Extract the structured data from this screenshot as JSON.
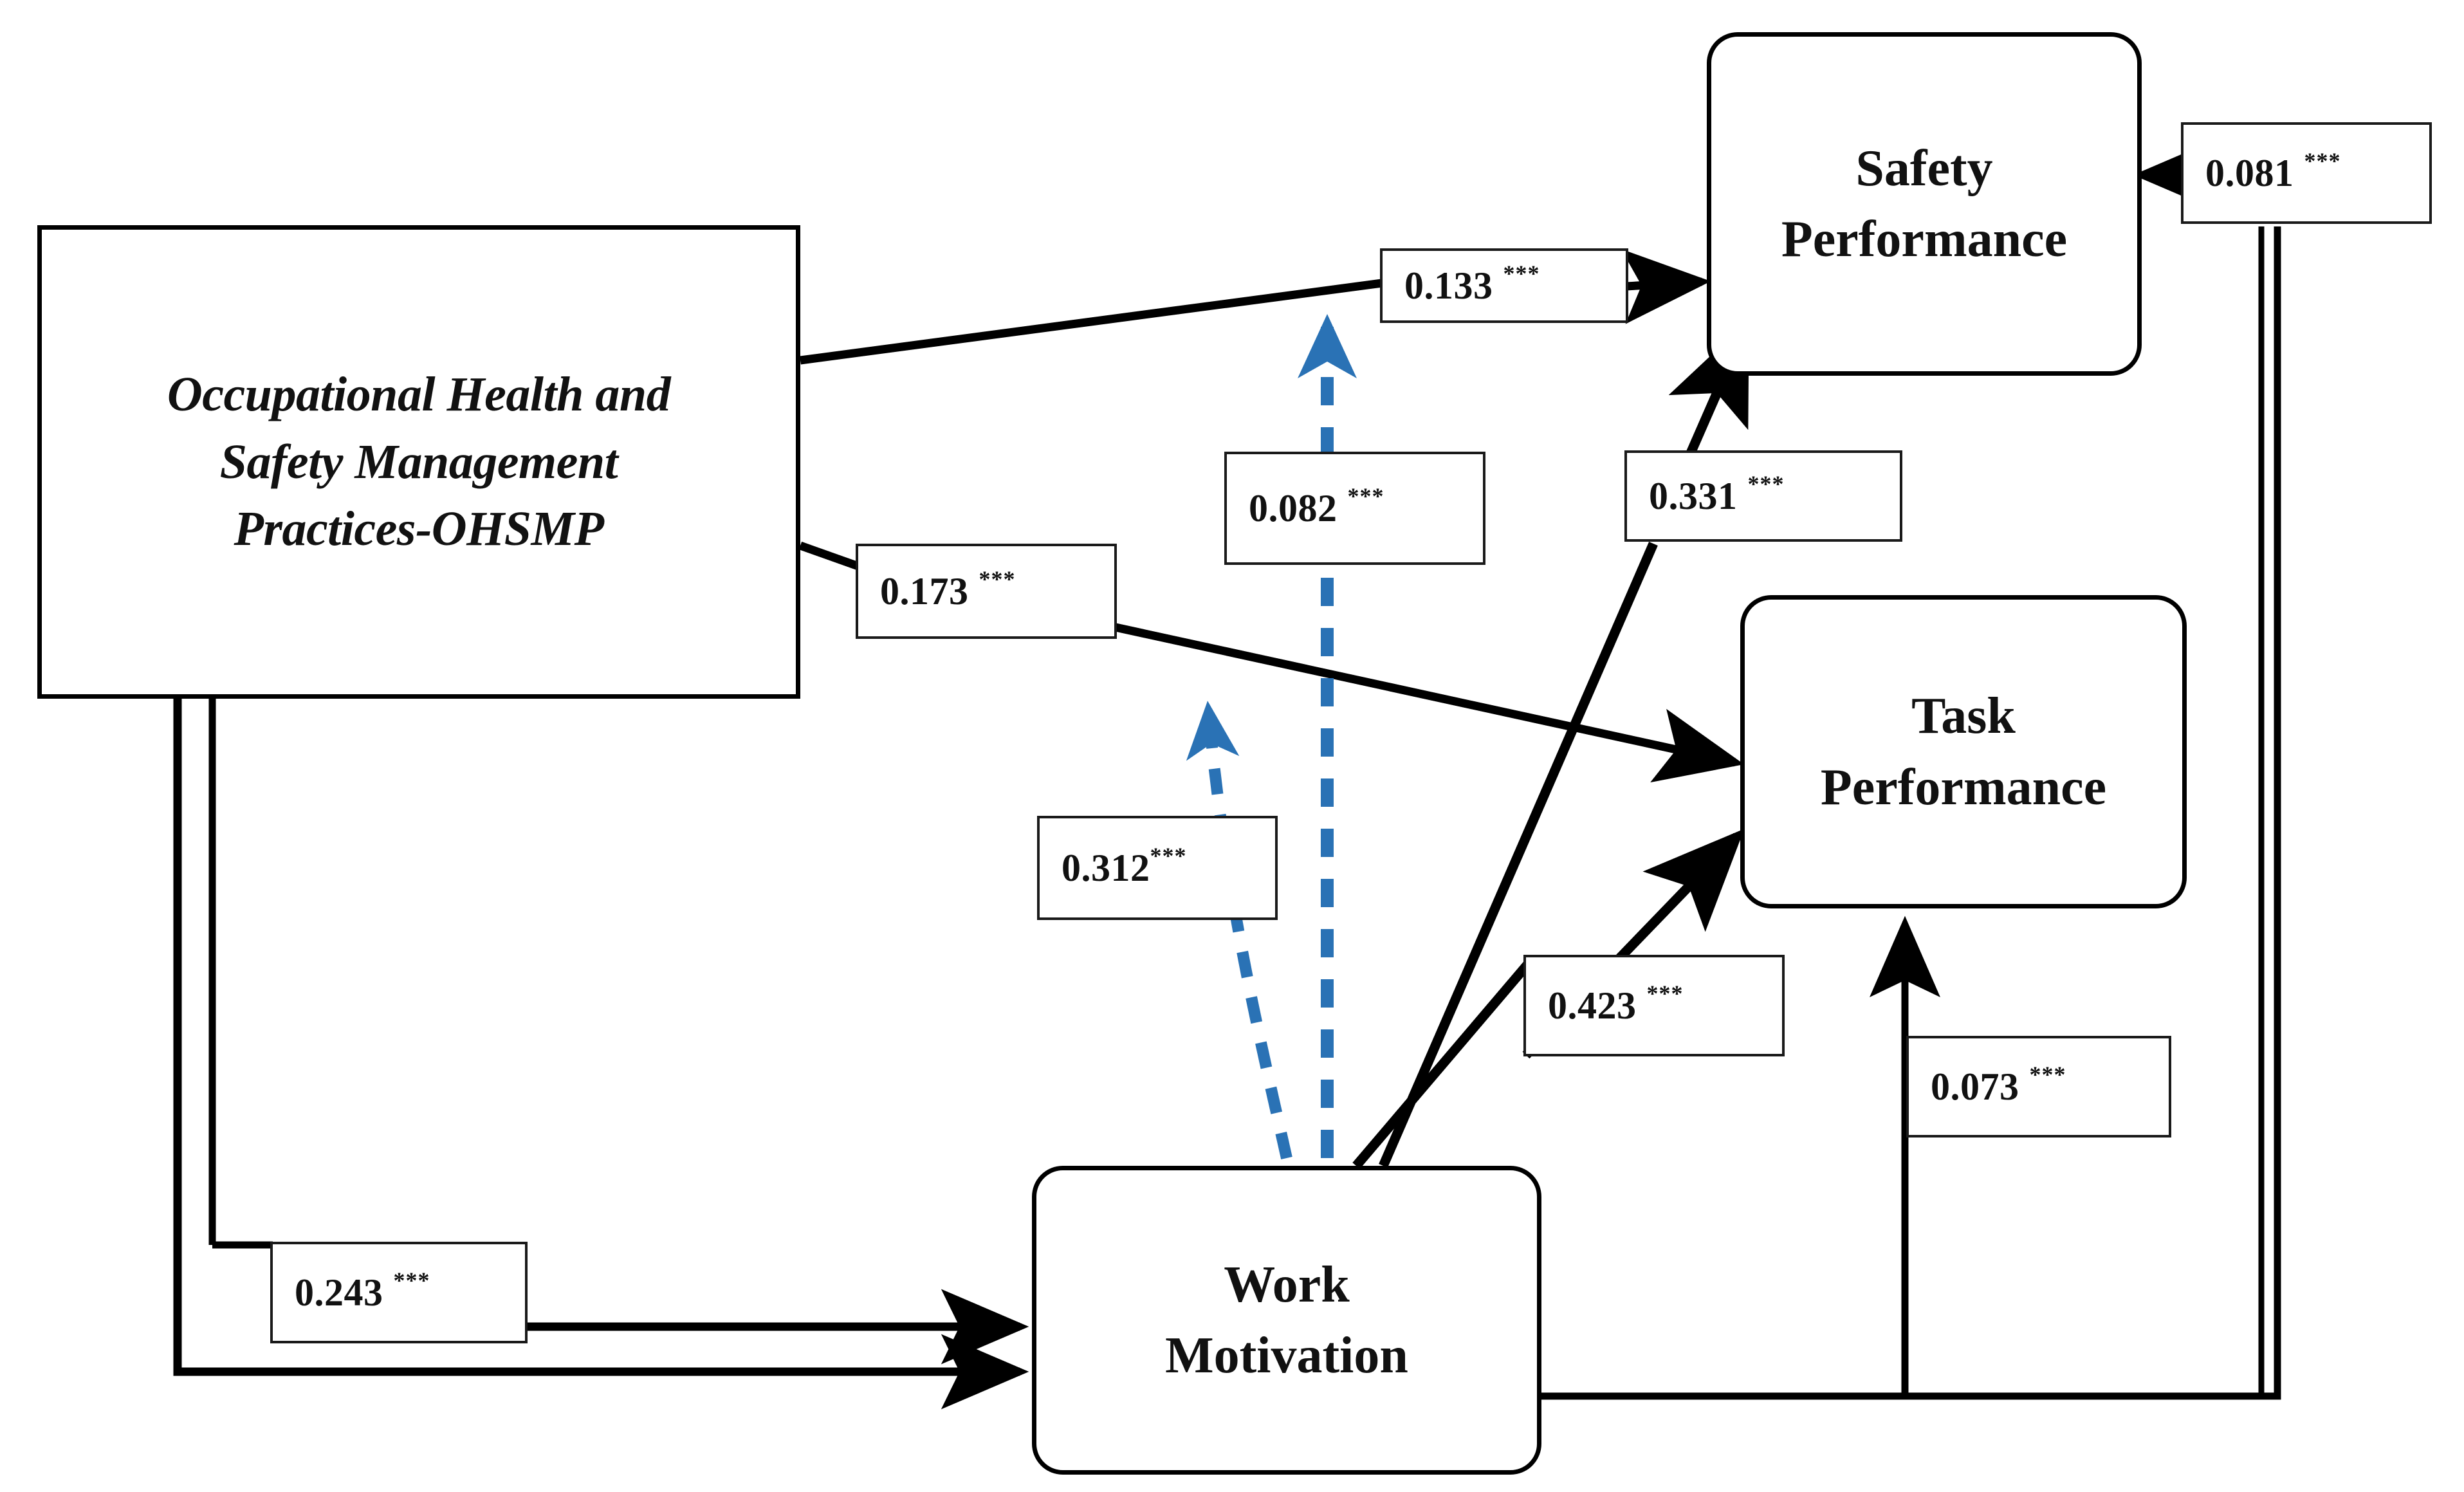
{
  "diagram": {
    "type": "structural-equation-path-model",
    "title": "Occupational Health and Safety Management Practices path model",
    "colors": {
      "node_border": "#000000",
      "label_border": "#1a1a1a",
      "solid_path": "#000000",
      "dashed_path": "#2a72b5",
      "background": "#ffffff",
      "text": "#111111"
    },
    "nodes": [
      {
        "id": "ohsmp",
        "label": "Occupational Health and\nSafety Management\nPractices-OHSMP",
        "shape": "rectangle",
        "style": "bold-italic-serif"
      },
      {
        "id": "safety_performance",
        "label": "Safety\nPerformance",
        "shape": "rounded-rectangle",
        "style": "bold-serif"
      },
      {
        "id": "task_performance",
        "label": "Task\nPerformance",
        "shape": "rounded-rectangle",
        "style": "bold-serif"
      },
      {
        "id": "work_motivation",
        "label": "Work\nMotivation",
        "shape": "rounded-rectangle",
        "style": "bold-serif"
      }
    ],
    "edges": [
      {
        "id": "ohsmp_to_safety",
        "from": "ohsmp",
        "to": "safety_performance",
        "coefficient": "0.133",
        "stars": "***",
        "significance": "p < 0.001",
        "line": "solid",
        "color": "#000000"
      },
      {
        "id": "ohsmp_to_task",
        "from": "ohsmp",
        "to": "task_performance",
        "coefficient": "0.173",
        "stars": "***",
        "significance": "p < 0.001",
        "line": "solid",
        "color": "#000000"
      },
      {
        "id": "ohsmp_to_motivation",
        "from": "ohsmp",
        "to": "work_motivation",
        "coefficient": "0.243",
        "stars": "***",
        "significance": "p < 0.001",
        "line": "solid",
        "color": "#000000"
      },
      {
        "id": "motivation_to_safety",
        "from": "work_motivation",
        "to": "safety_performance",
        "coefficient": "0.331",
        "stars": "***",
        "significance": "p < 0.001",
        "line": "solid",
        "color": "#000000"
      },
      {
        "id": "motivation_to_task",
        "from": "work_motivation",
        "to": "task_performance",
        "coefficient": "0.423",
        "stars": "***",
        "significance": "p < 0.001",
        "line": "solid",
        "color": "#000000"
      },
      {
        "id": "indirect_to_safety",
        "from": "work_motivation",
        "to": "safety_performance",
        "coefficient": "0.082",
        "stars": "***",
        "significance": "p < 0.001",
        "line": "dashed",
        "color": "#2a72b5"
      },
      {
        "id": "indirect_mediation",
        "from": "work_motivation",
        "to": "ohsmp_path",
        "coefficient": "0.312",
        "stars": "***",
        "significance": "p < 0.001",
        "line": "dashed",
        "color": "#2a72b5"
      },
      {
        "id": "indirect_to_task",
        "from": "work_motivation",
        "to": "task_performance",
        "coefficient": "0.073",
        "stars": "***",
        "significance": "p < 0.001",
        "line": "solid",
        "color": "#000000"
      },
      {
        "id": "outer_to_safety",
        "from": "work_motivation",
        "to": "safety_performance",
        "coefficient": "0.081",
        "stars": "***",
        "significance": "p < 0.001",
        "line": "solid",
        "color": "#000000"
      }
    ]
  }
}
